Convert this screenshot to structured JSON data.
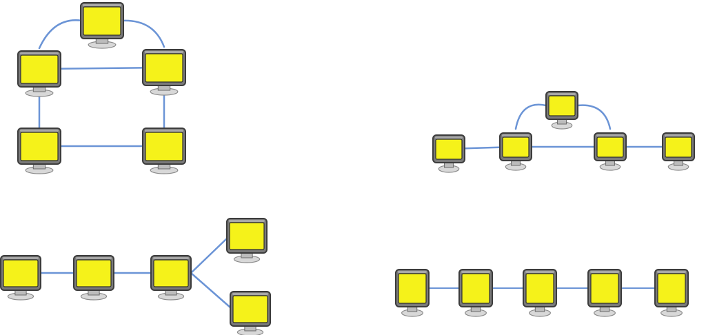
{
  "colors": {
    "background": "#ffffff",
    "screen": "#f5f21a",
    "bezel": "#7a7a7a",
    "bezel_dark": "#3c3c3c",
    "stand": "#d8d8d8",
    "link": "#6b94d6"
  },
  "icons": {
    "node": "computer-monitor-icon"
  },
  "diagrams": [
    {
      "name": "topology-ring",
      "nodes": [
        {
          "id": "r1"
        },
        {
          "id": "r2"
        },
        {
          "id": "r3"
        },
        {
          "id": "r4"
        },
        {
          "id": "r5"
        },
        {
          "id": "r6"
        }
      ],
      "links": [
        [
          "r1",
          "r2"
        ],
        [
          "r1",
          "r3"
        ],
        [
          "r2",
          "r3"
        ],
        [
          "r2",
          "r4"
        ],
        [
          "r3",
          "r5"
        ],
        [
          "r4",
          "r5"
        ]
      ]
    },
    {
      "name": "topology-tree-small",
      "nodes": [
        {
          "id": "t1"
        },
        {
          "id": "t2"
        },
        {
          "id": "t3"
        },
        {
          "id": "t4"
        },
        {
          "id": "t5"
        }
      ],
      "links": [
        [
          "t1",
          "t2"
        ],
        [
          "t2",
          "t3"
        ],
        [
          "t3",
          "t4"
        ],
        [
          "t2",
          "t5"
        ],
        [
          "t4",
          "t5"
        ]
      ]
    },
    {
      "name": "topology-branch",
      "nodes": [
        {
          "id": "b1"
        },
        {
          "id": "b2"
        },
        {
          "id": "b3"
        },
        {
          "id": "b4"
        },
        {
          "id": "b5"
        }
      ],
      "links": [
        [
          "b1",
          "b2"
        ],
        [
          "b2",
          "b3"
        ],
        [
          "b3",
          "b4"
        ],
        [
          "b3",
          "b5"
        ]
      ]
    },
    {
      "name": "topology-bus",
      "nodes": [
        {
          "id": "l1"
        },
        {
          "id": "l2"
        },
        {
          "id": "l3"
        },
        {
          "id": "l4"
        },
        {
          "id": "l5"
        }
      ],
      "links": [
        [
          "l1",
          "l2"
        ],
        [
          "l2",
          "l3"
        ],
        [
          "l3",
          "l4"
        ],
        [
          "l4",
          "l5"
        ]
      ]
    }
  ]
}
